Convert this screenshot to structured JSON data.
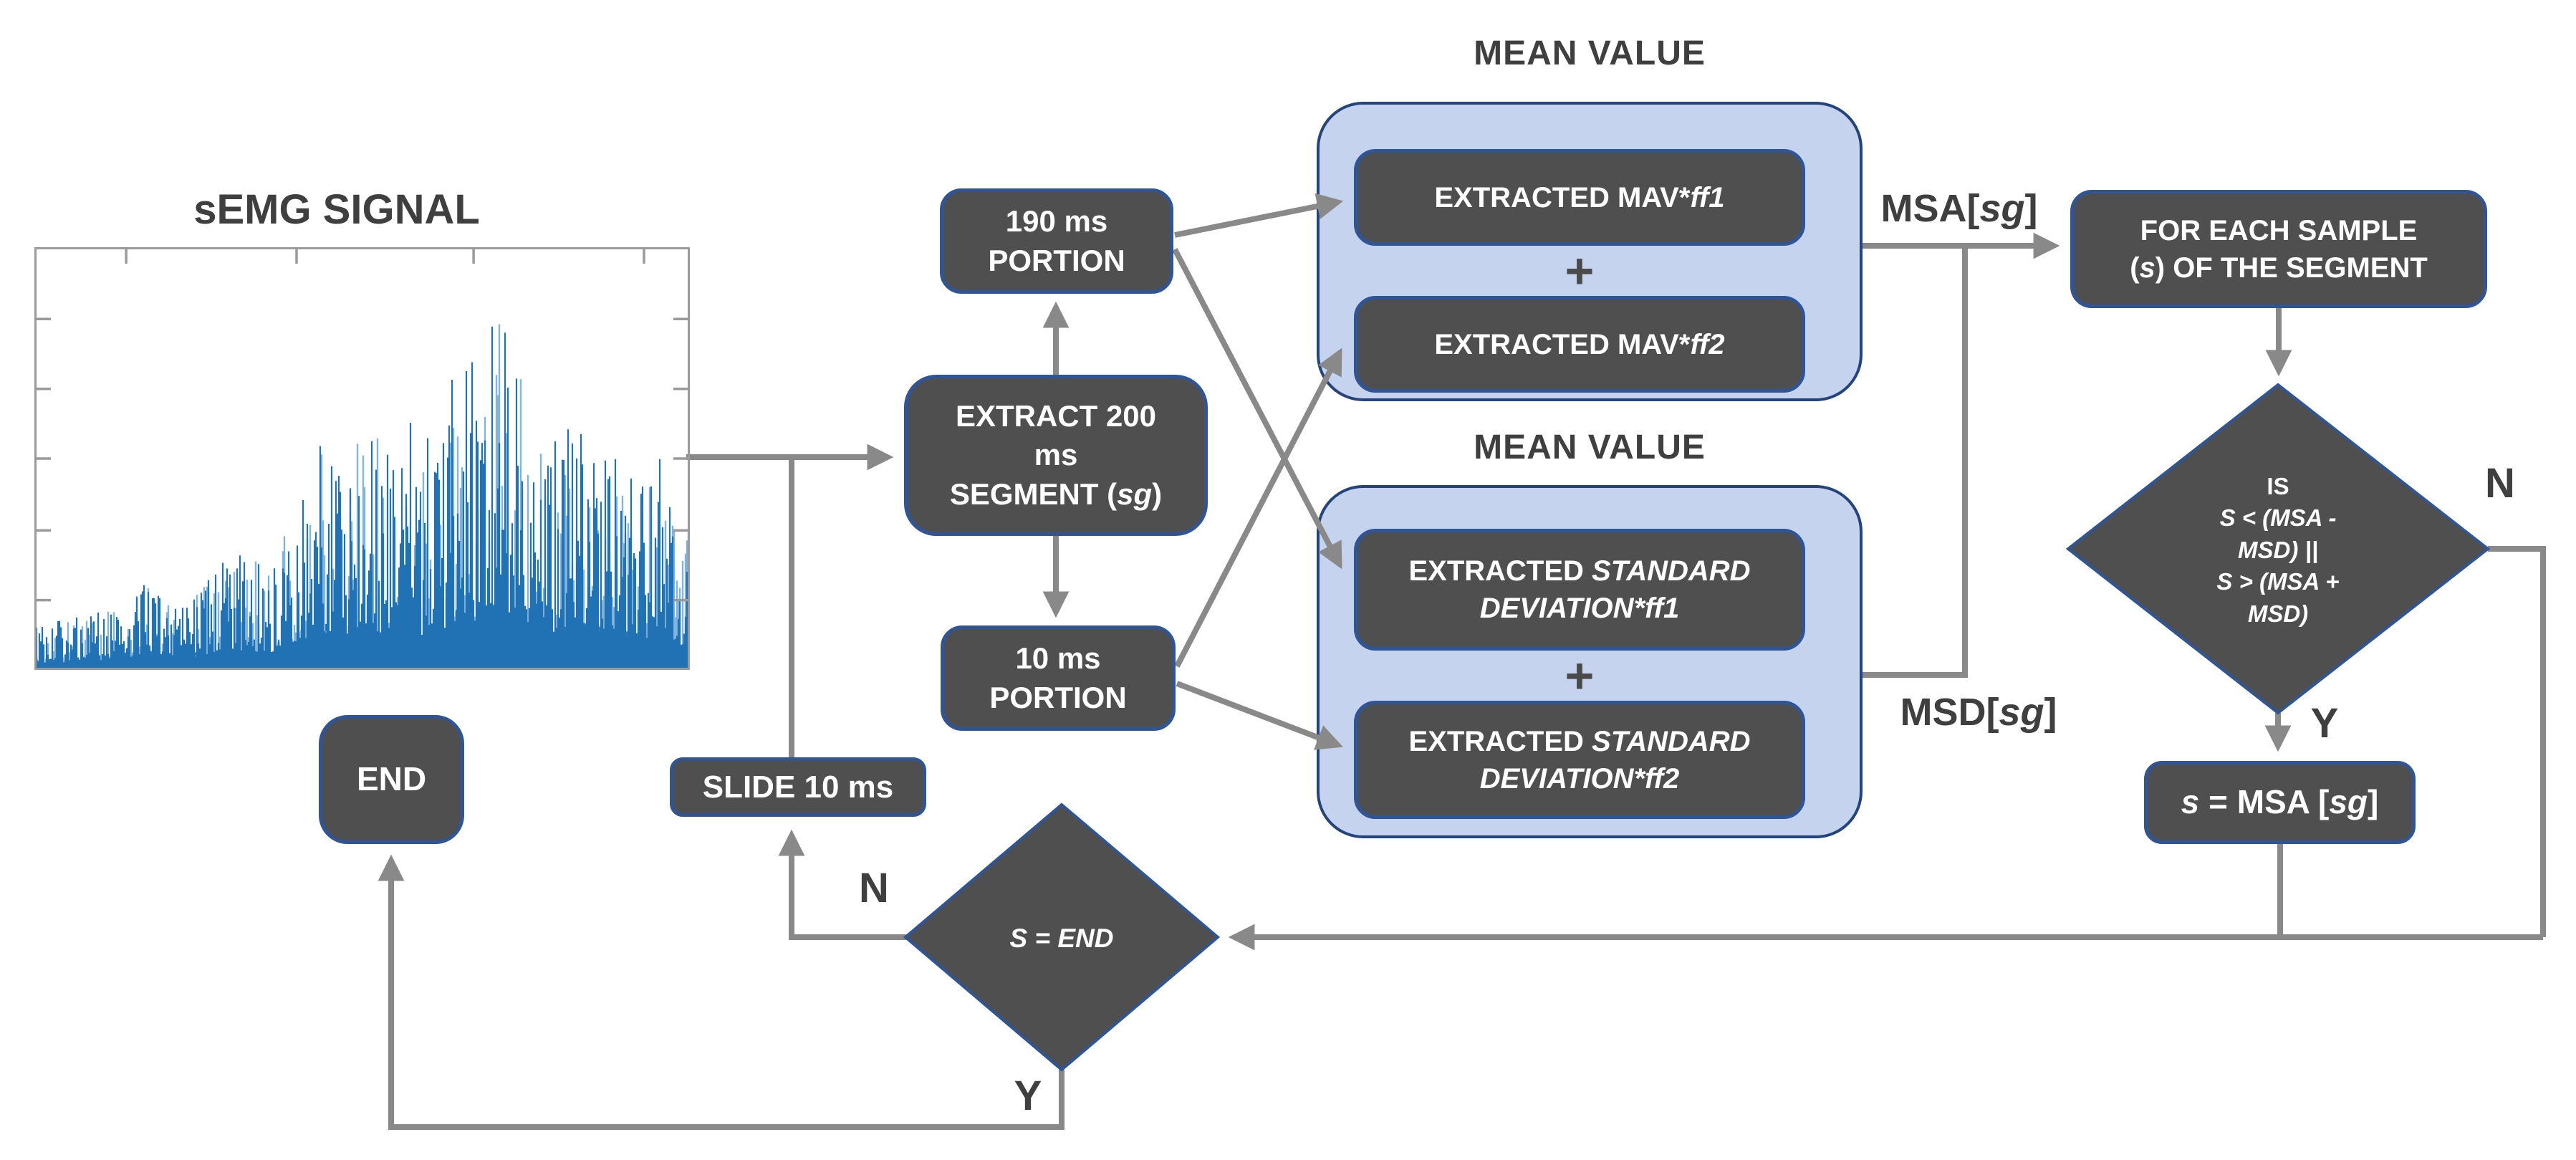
{
  "colors": {
    "node_fill": "#4F4F4F",
    "node_border": "#2F5597",
    "container_fill": "#C5D3EE",
    "container_border": "#24447E",
    "line": "#898989",
    "label_color": "#3F3F3F",
    "signal_blue": "#2171B5",
    "plot_frame": "#9A9A9A"
  },
  "signal_plot": {
    "title": "sEMG SIGNAL",
    "signal_color": "#2171B5",
    "signal_color_light": "#82B4DC",
    "frame_color": "#9A9A9A",
    "x_tick_fractions": [
      0.14,
      0.4,
      0.67,
      0.93
    ],
    "y_tick_fractions": [
      0.17,
      0.335,
      0.5,
      0.67,
      0.835
    ],
    "envelope": [
      [
        0,
        0.1
      ],
      [
        0.06,
        0.13
      ],
      [
        0.12,
        0.16
      ],
      [
        0.17,
        0.22
      ],
      [
        0.22,
        0.18
      ],
      [
        0.27,
        0.24
      ],
      [
        0.32,
        0.3
      ],
      [
        0.36,
        0.27
      ],
      [
        0.4,
        0.44
      ],
      [
        0.44,
        0.6
      ],
      [
        0.47,
        0.5
      ],
      [
        0.5,
        0.72
      ],
      [
        0.53,
        0.58
      ],
      [
        0.56,
        0.66
      ],
      [
        0.59,
        0.52
      ],
      [
        0.62,
        0.62
      ],
      [
        0.65,
        0.82
      ],
      [
        0.68,
        0.7
      ],
      [
        0.71,
        0.95
      ],
      [
        0.74,
        0.78
      ],
      [
        0.77,
        0.62
      ],
      [
        0.8,
        0.56
      ],
      [
        0.83,
        0.66
      ],
      [
        0.86,
        0.58
      ],
      [
        0.89,
        0.5
      ],
      [
        0.92,
        0.44
      ],
      [
        0.95,
        0.52
      ],
      [
        1,
        0.34
      ]
    ]
  },
  "nodes": {
    "portion_190": {
      "label_rich": [
        [
          [
            "190 ms",
            ""
          ]
        ],
        [
          [
            "PORTION",
            ""
          ]
        ]
      ]
    },
    "extract": {
      "label_rich": [
        [
          [
            "EXTRACT 200",
            ""
          ]
        ],
        [
          [
            "ms",
            ""
          ]
        ],
        [
          [
            "SEGMENT (",
            ""
          ],
          [
            "sg",
            "i"
          ],
          [
            ")",
            ""
          ]
        ]
      ]
    },
    "portion_10": {
      "label_rich": [
        [
          [
            "10 ms",
            ""
          ]
        ],
        [
          [
            "PORTION",
            ""
          ]
        ]
      ]
    },
    "mean_top": {
      "title": "MEAN VALUE",
      "plus": "+"
    },
    "mav_ff1": {
      "label_rich": [
        [
          [
            "EXTRACTED MAV*",
            ""
          ],
          [
            "ff1",
            "i"
          ]
        ]
      ]
    },
    "mav_ff2": {
      "label_rich": [
        [
          [
            "EXTRACTED MAV*",
            ""
          ],
          [
            "ff2",
            "i"
          ]
        ]
      ]
    },
    "mean_bottom": {
      "title": "MEAN VALUE",
      "plus": "+"
    },
    "sd_ff1": {
      "label_rich": [
        [
          [
            "EXTRACTED ",
            ""
          ],
          [
            "STANDARD",
            "i"
          ]
        ],
        [
          [
            "DEVIATION*ff1",
            "i"
          ]
        ]
      ]
    },
    "sd_ff2": {
      "label_rich": [
        [
          [
            "EXTRACTED ",
            ""
          ],
          [
            "STANDARD",
            "i"
          ]
        ],
        [
          [
            "DEVIATION*ff2",
            "i"
          ]
        ]
      ]
    },
    "msa_label": {
      "label_rich": [
        [
          [
            "MSA[",
            ""
          ],
          [
            "sg",
            "i"
          ],
          [
            "]",
            ""
          ]
        ]
      ]
    },
    "msd_label": {
      "label_rich": [
        [
          [
            "MSD[",
            ""
          ],
          [
            "sg",
            "i"
          ],
          [
            "]",
            ""
          ]
        ]
      ]
    },
    "foreach": {
      "label_rich": [
        [
          [
            "FOR EACH SAMPLE",
            ""
          ]
        ],
        [
          [
            "(",
            ""
          ],
          [
            "s",
            "i"
          ],
          [
            ") OF THE SEGMENT",
            ""
          ]
        ]
      ]
    },
    "is_diamond": {
      "label_rich": [
        [
          [
            "IS",
            ""
          ]
        ],
        [
          [
            "S < (MSA -",
            "i"
          ]
        ],
        [
          [
            "MSD)  ||",
            "i"
          ]
        ],
        [
          [
            "S > (MSA +",
            "i"
          ]
        ],
        [
          [
            "MSD)",
            "i"
          ]
        ]
      ]
    },
    "smsa_box": {
      "label_rich": [
        [
          [
            "s",
            "i"
          ],
          [
            " = MSA [",
            ""
          ],
          [
            "sg",
            "i"
          ],
          [
            "]",
            ""
          ]
        ]
      ]
    },
    "send_diamond": {
      "label_rich": [
        [
          [
            "S = END",
            "i"
          ]
        ]
      ]
    },
    "slide_box": {
      "label": "SLIDE 10 ms"
    },
    "end_box": {
      "label": "END"
    },
    "branch_labels": {
      "n_is": "N",
      "y_is": "Y",
      "n_send": "N",
      "y_send": "Y"
    }
  }
}
